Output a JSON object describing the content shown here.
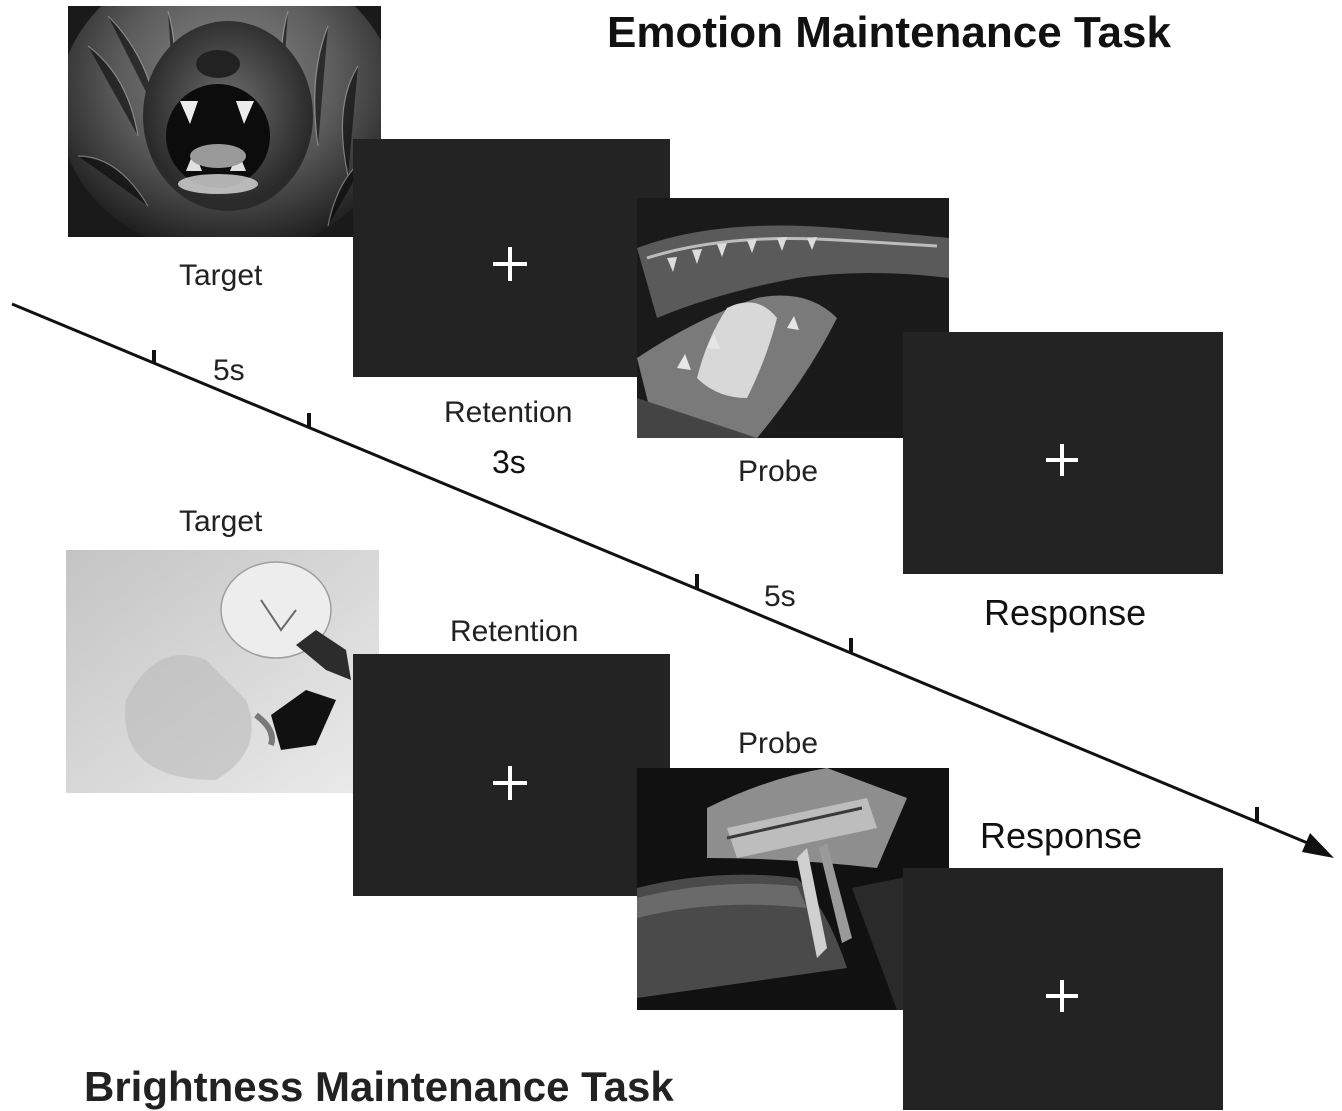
{
  "emotion_task": {
    "title": "Emotion Maintenance Task",
    "target_label": "Target",
    "retention_label": "Retention",
    "retention_duration": "3s",
    "probe_label": "Probe",
    "response_label": "Response",
    "target_image": "lion-roaring-image",
    "probe_image": "crocodile-open-jaws-image"
  },
  "brightness_task": {
    "title": "Brightness Maintenance Task",
    "target_label": "Target",
    "retention_label": "Retention",
    "probe_label": "Probe",
    "response_label": "Response",
    "target_image": "light-bulb-image",
    "probe_image": "open-books-image"
  },
  "timeline": {
    "segment_1_duration": "5s",
    "segment_2_duration": "5s"
  },
  "fixation_symbol": "+",
  "colors": {
    "screen": "#232323",
    "line": "#111111"
  }
}
